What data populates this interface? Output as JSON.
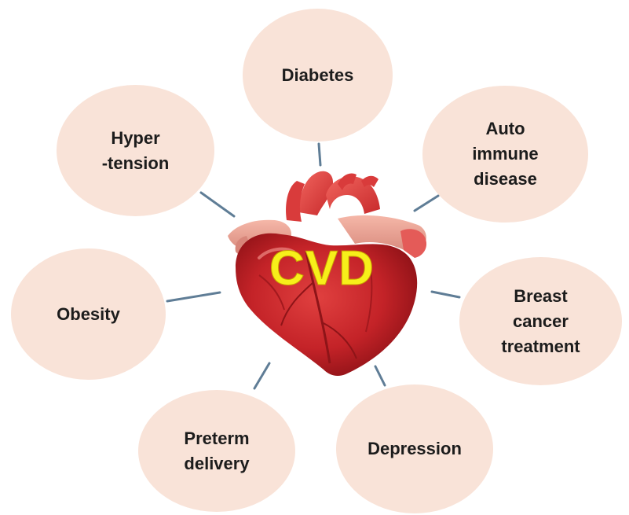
{
  "center": {
    "label": "CVD",
    "label_color": "#f7ef1a",
    "icon": "heart-icon"
  },
  "risk_factors": [
    {
      "id": "diabetes",
      "label": "Diabetes"
    },
    {
      "id": "autoimmune",
      "label": "Auto\nimmune\ndisease"
    },
    {
      "id": "breast",
      "label": "Breast\ncancer\ntreatment"
    },
    {
      "id": "depression",
      "label": "Depression"
    },
    {
      "id": "preterm",
      "label": "Preterm\ndelivery"
    },
    {
      "id": "obesity",
      "label": "Obesity"
    },
    {
      "id": "hyper",
      "label": "Hyper\n-tension"
    }
  ],
  "colors": {
    "bubble_fill": "#f9e3d8",
    "connector": "#5f7d96",
    "heart": "#c9232a"
  }
}
